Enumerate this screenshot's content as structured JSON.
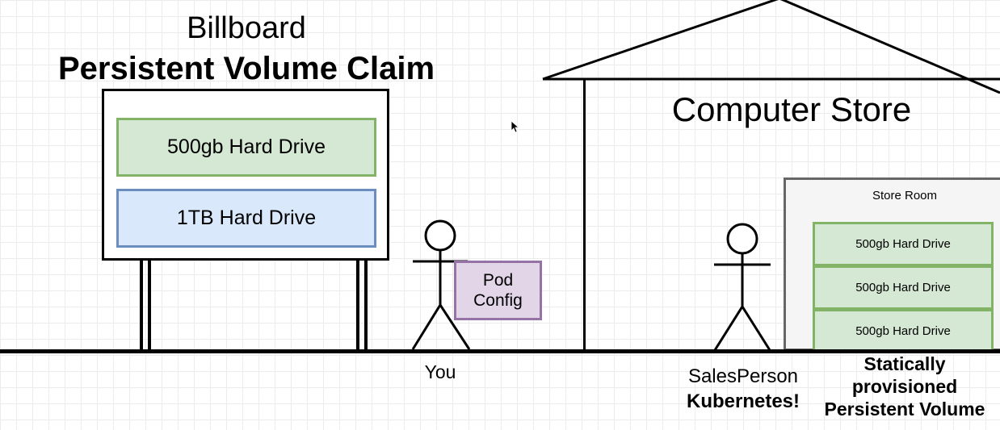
{
  "billboard": {
    "title": "Billboard",
    "subtitle": "Persistent Volume Claim",
    "drives": [
      "500gb Hard Drive",
      "1TB Hard Drive"
    ]
  },
  "you": {
    "label": "You",
    "pod_config": [
      "Pod",
      "Config"
    ]
  },
  "store": {
    "title": "Computer Store",
    "store_room_label": "Store Room",
    "drives": [
      "500gb Hard Drive",
      "500gb Hard Drive",
      "500gb Hard Drive"
    ],
    "salesperson_label": "SalesPerson",
    "salesperson_role": "Kubernetes!",
    "pv_label": [
      "Statically",
      "provisioned",
      "Persistent Volume"
    ]
  },
  "colors": {
    "green_fill": "#d5e8d4",
    "green_stroke": "#82b366",
    "blue_fill": "#dae8fc",
    "blue_stroke": "#6c8ebf",
    "purple_fill": "#e1d5e7",
    "purple_stroke": "#9673a6",
    "store_room_fill": "#f5f5f5",
    "store_room_stroke": "#666666"
  }
}
